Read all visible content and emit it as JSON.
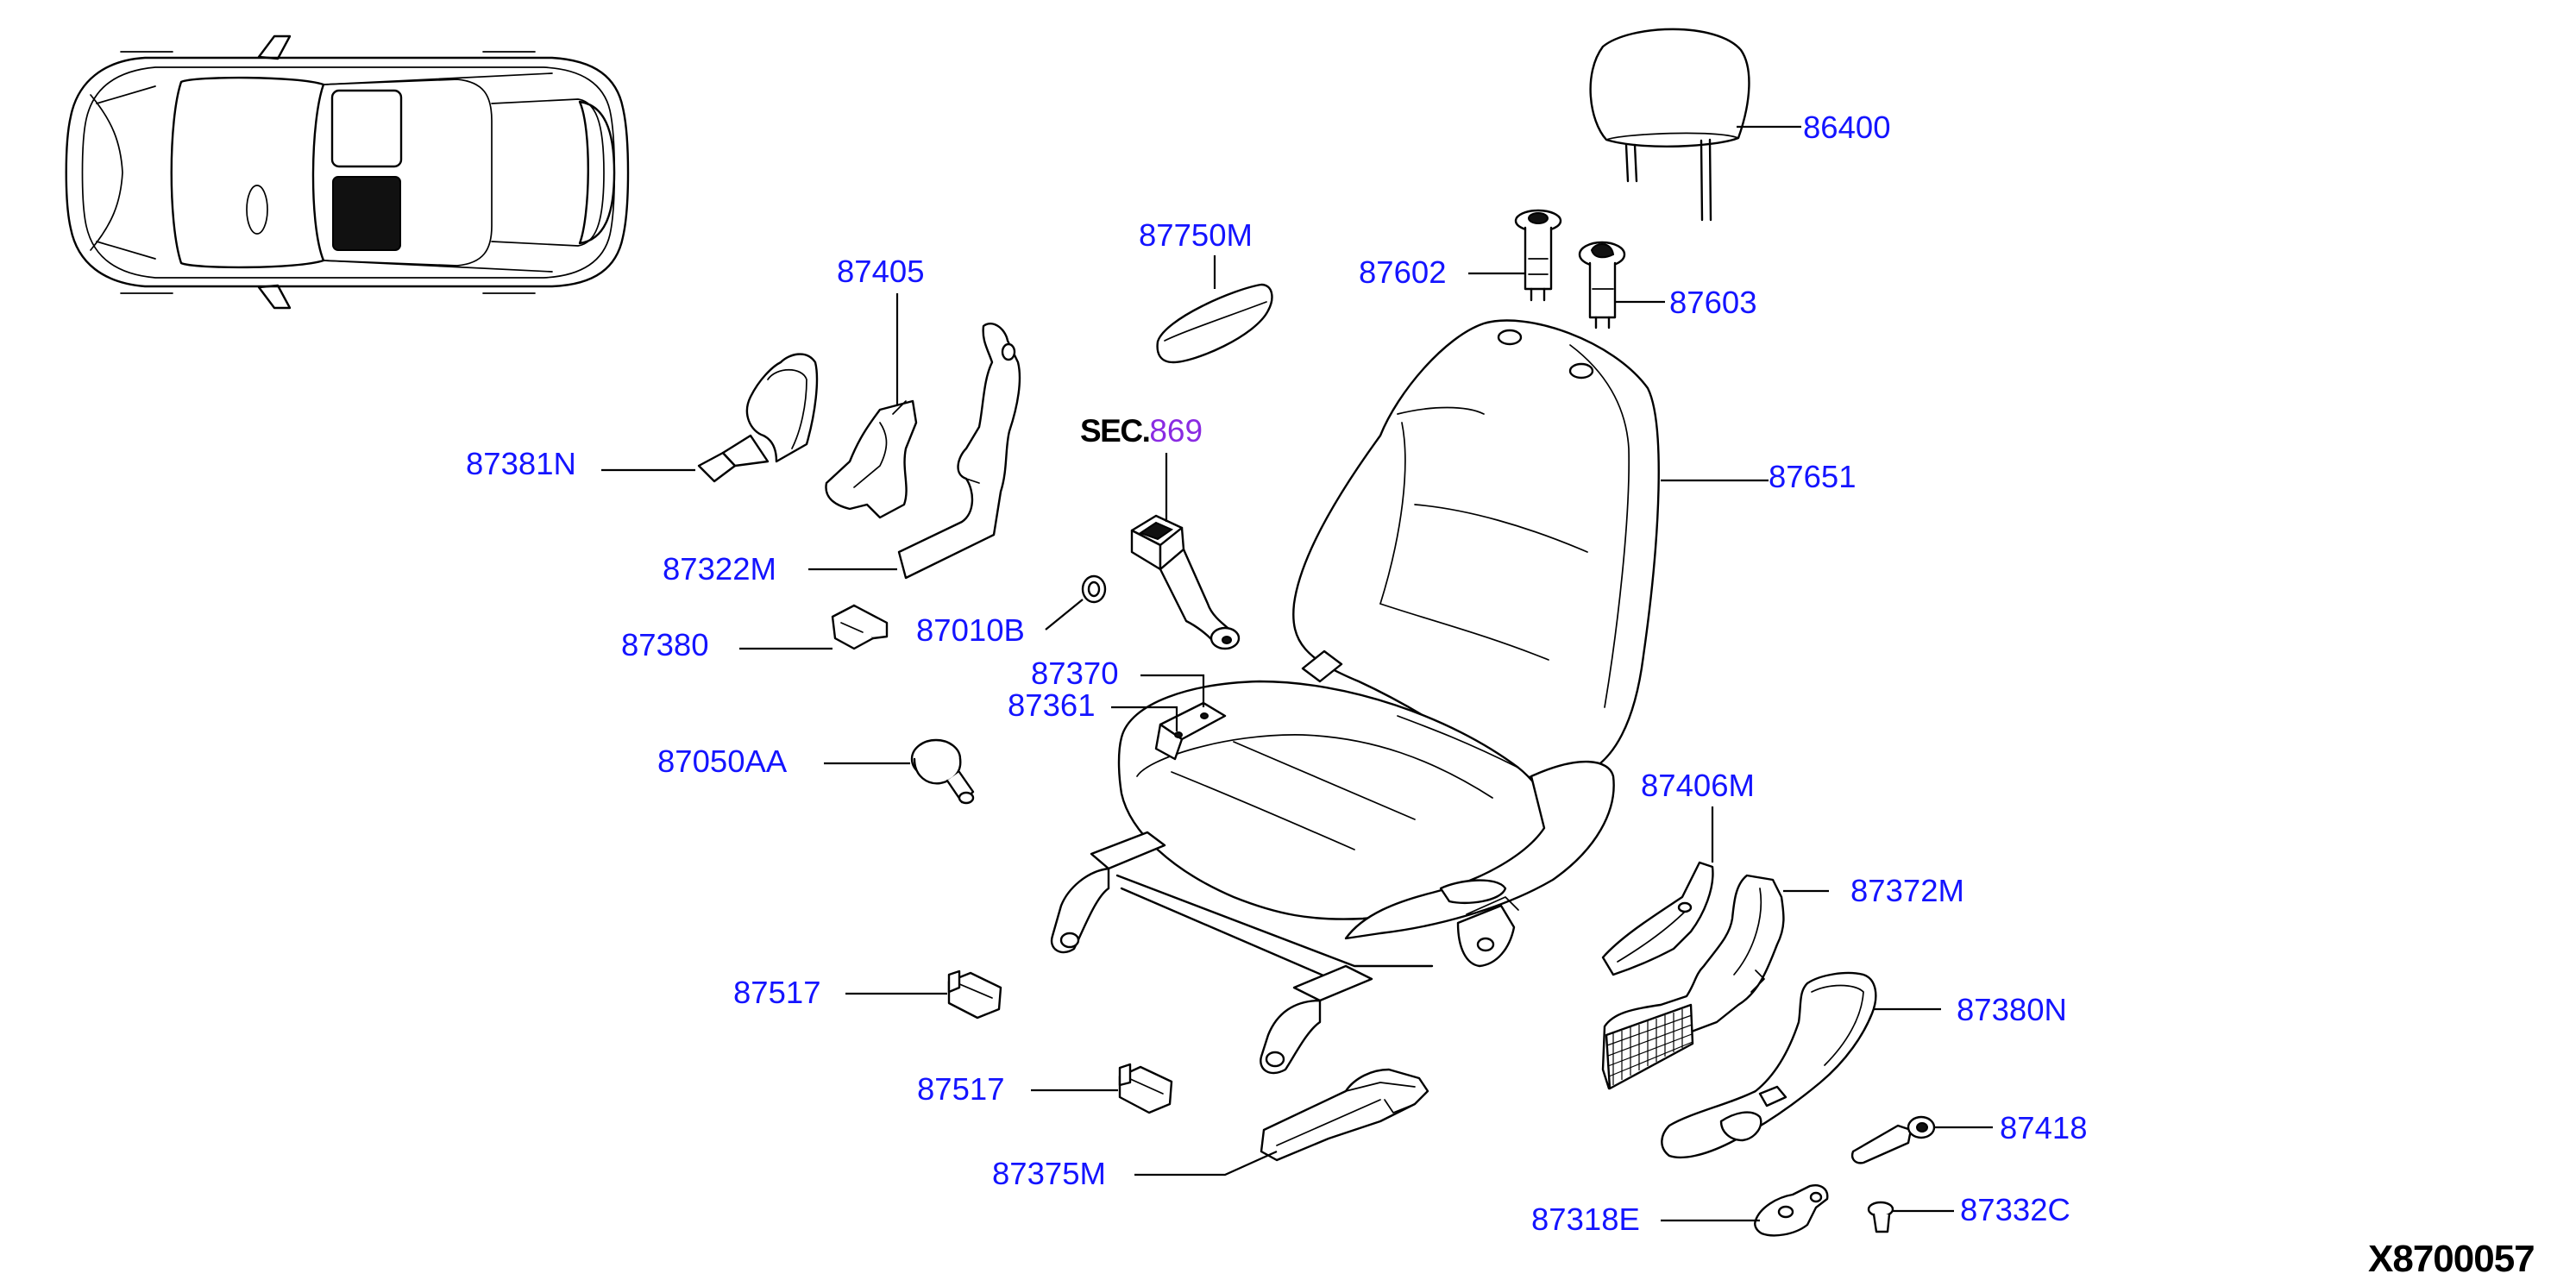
{
  "parts": {
    "p86400": "86400",
    "p87750m": "87750M",
    "p87602": "87602",
    "p87603": "87603",
    "p87405": "87405",
    "p87381n": "87381N",
    "p87322m": "87322M",
    "p87380": "87380",
    "p87010b": "87010B",
    "p87370": "87370",
    "p87361": "87361",
    "p87050aa": "87050AA",
    "p87651": "87651",
    "p87406m": "87406M",
    "p87372m": "87372M",
    "p87380n": "87380N",
    "p87517_a": "87517",
    "p87517_b": "87517",
    "p87418": "87418",
    "p87375m": "87375M",
    "p87318e": "87318E",
    "p87332c": "87332C"
  },
  "section_ref": {
    "prefix": "SEC.",
    "number": "869"
  },
  "diagram_code": "X8700057",
  "colors": {
    "label": "#1414ff",
    "section_number": "#8a2be2",
    "line": "#000000",
    "background": "#ffffff"
  }
}
